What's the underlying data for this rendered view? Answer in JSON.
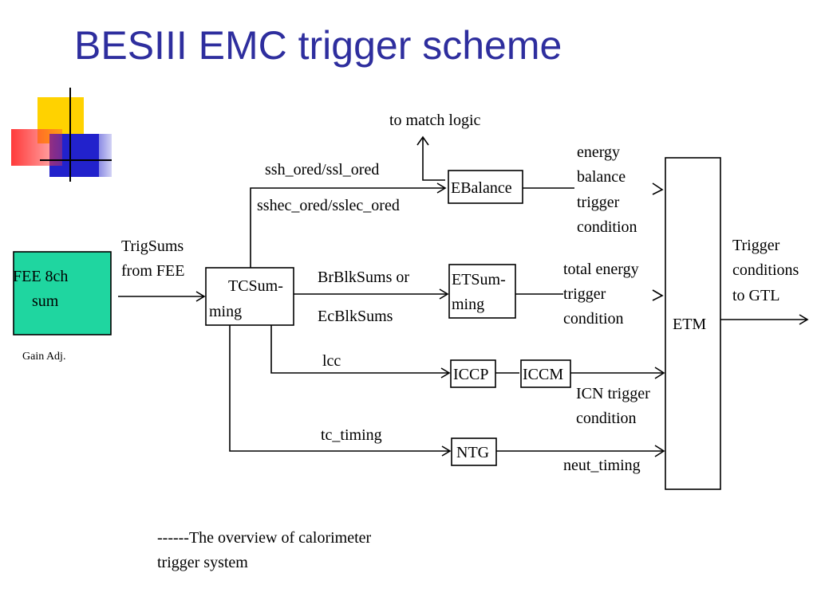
{
  "title": "BESIII EMC trigger scheme",
  "colors": {
    "title": "#2e2e9e",
    "fee_box": "#1fd6a0",
    "deco_yellow": "#ffd200",
    "deco_red": "#ff3a3a",
    "deco_blue": "#2222cc"
  },
  "blocks": {
    "fee": {
      "line1": "FEE 8ch",
      "line2": "sum"
    },
    "tcsumming": {
      "line1": "TCSum-",
      "line2": "ming"
    },
    "ebalance": "EBalance",
    "etsumming": {
      "line1": "ETSum-",
      "line2": "ming"
    },
    "iccp": "ICCP",
    "iccm": "ICCM",
    "ntg": "NTG",
    "etm": "ETM"
  },
  "labels": {
    "gain_adj": "Gain Adj.",
    "trigsums_from_fee": [
      "TrigSums",
      "from FEE"
    ],
    "ssh_ored": "ssh_ored/ssl_ored",
    "sshec_ored": "sshec_ored/sslec_ored",
    "to_match_logic": "to match logic",
    "brblksums": "BrBlkSums or",
    "ecblksums": "EcBlkSums",
    "lcc": "lcc",
    "tc_timing": "tc_timing",
    "energy_balance": [
      "energy",
      "balance",
      "trigger",
      "condition"
    ],
    "total_energy": [
      "total energy",
      "trigger",
      "condition"
    ],
    "icn": [
      "ICN trigger",
      "condition"
    ],
    "neut_timing": "neut_timing",
    "trigger_gtl": [
      "Trigger",
      "conditions",
      "to GTL"
    ]
  },
  "caption": [
    "------The overview of calorimeter",
    "trigger system"
  ]
}
